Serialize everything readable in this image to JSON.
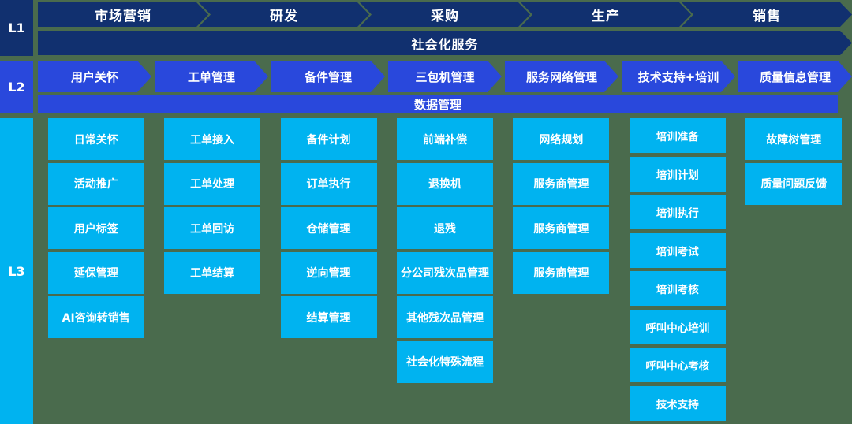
{
  "palette": {
    "background": "#4A6B4D",
    "l1_navy": "#11306F",
    "l2_royal": "#2948DC",
    "l3_cyan": "#00B3F0",
    "text": "#FFFFFF"
  },
  "rail": {
    "l1": "L1",
    "l2": "L2",
    "l3": "L3"
  },
  "l1": {
    "arrows": [
      "市场营销",
      "研发",
      "采购",
      "生产",
      "销售"
    ],
    "bar": "社会化服务"
  },
  "l2": {
    "arrows": [
      "用户关怀",
      "工单管理",
      "备件管理",
      "三包机管理",
      "服务网络管理",
      "技术支持+培训",
      "质量信息管理"
    ],
    "bar": "数据管理"
  },
  "l3": {
    "columns": [
      {
        "items": [
          "日常关怀",
          "活动推广",
          "用户标签",
          "延保管理",
          "AI咨询转销售"
        ]
      },
      {
        "items": [
          "工单接入",
          "工单处理",
          "工单回访",
          "工单结算"
        ]
      },
      {
        "items": [
          "备件计划",
          "订单执行",
          "仓储管理",
          "逆向管理",
          "结算管理"
        ]
      },
      {
        "items": [
          "前端补偿",
          "退换机",
          "退残",
          "分公司残次品管理",
          "其他残次品管理",
          "社会化特殊流程"
        ]
      },
      {
        "items": [
          "网络规划",
          "服务商管理",
          "服务商管理",
          "服务商管理"
        ]
      },
      {
        "items": [
          "培训准备",
          "培训计划",
          "培训执行",
          "培训考试",
          "培训考核",
          "呼叫中心培训",
          "呼叫中心考核",
          "技术支持"
        ]
      },
      {
        "items": [
          "故障树管理",
          "质量问题反馈"
        ]
      }
    ]
  }
}
